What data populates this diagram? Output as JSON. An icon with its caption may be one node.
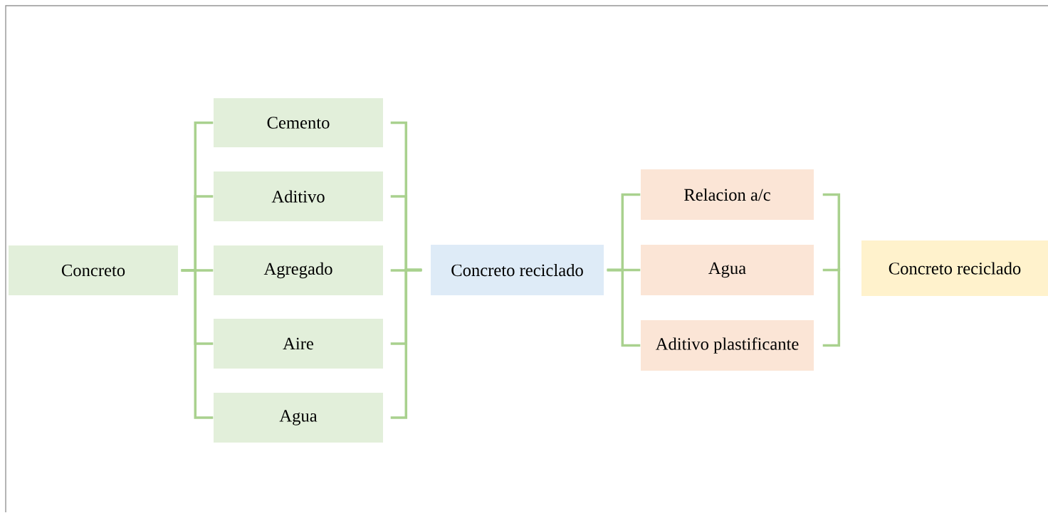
{
  "diagram": {
    "nodes": [
      {
        "text": [
          "Concreto"
        ]
      },
      {
        "text": [
          "Cemento"
        ]
      },
      {
        "text": [
          "Aditivo"
        ]
      },
      {
        "text": [
          "Agregado"
        ]
      },
      {
        "text": [
          "Aire"
        ]
      },
      {
        "text": [
          "Agua"
        ]
      },
      {
        "text": [
          "Concreto reciclado"
        ]
      },
      {
        "text": [
          "Relacion a/c"
        ]
      },
      {
        "text": [
          "Agua"
        ]
      },
      {
        "text": [
          "Aditivo plastificante"
        ]
      },
      {
        "text": [
          "Concreto reciclado"
        ]
      }
    ],
    "edges": [
      {
        "from": 0,
        "to": 1,
        "arrow": "none"
      },
      {
        "from": 0,
        "to": 2,
        "arrow": "none"
      },
      {
        "from": 0,
        "to": 3,
        "arrow": "none"
      },
      {
        "from": 0,
        "to": 4,
        "arrow": "none"
      },
      {
        "from": 0,
        "to": 5,
        "arrow": "none"
      },
      {
        "from": 1,
        "to": 6,
        "arrow": "none"
      },
      {
        "from": 2,
        "to": 6,
        "arrow": "none"
      },
      {
        "from": 3,
        "to": 6,
        "arrow": "none"
      },
      {
        "from": 4,
        "to": 6,
        "arrow": "none"
      },
      {
        "from": 5,
        "to": 6,
        "arrow": "none"
      },
      {
        "from": 6,
        "to": 7,
        "arrow": "none"
      },
      {
        "from": 6,
        "to": 8,
        "arrow": "none"
      },
      {
        "from": 6,
        "to": 9,
        "arrow": "none"
      },
      {
        "from": 7,
        "to": 10,
        "arrow": "none"
      },
      {
        "from": 8,
        "to": 10,
        "arrow": "none"
      },
      {
        "from": 9,
        "to": 10,
        "arrow": "none"
      }
    ]
  }
}
